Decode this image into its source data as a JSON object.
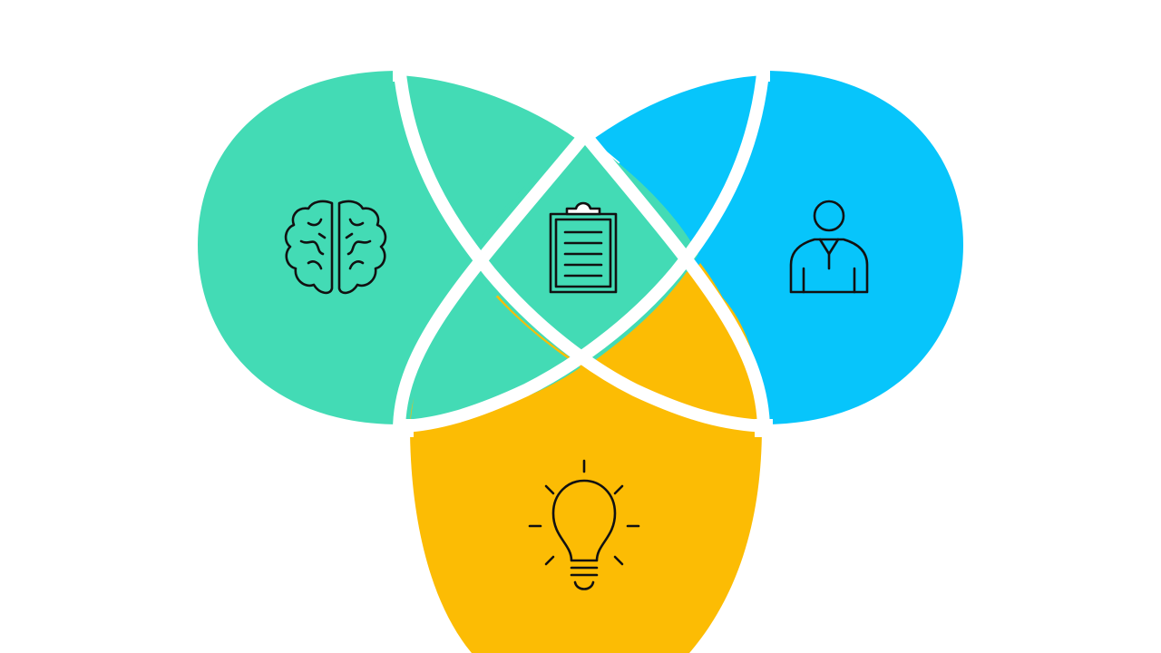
{
  "diagram": {
    "type": "three-set venn",
    "colors": {
      "green": "#43dbb5",
      "blue": "#07c5fb",
      "yellow": "#fcbc04",
      "separator": "#ffffff",
      "icon_stroke": "#111111"
    },
    "sets": [
      {
        "id": "left",
        "color": "green",
        "icon": "brain-icon"
      },
      {
        "id": "right",
        "color": "blue",
        "icon": "person-icon"
      },
      {
        "id": "bottom",
        "color": "yellow",
        "icon": "lightbulb-icon"
      }
    ],
    "center_icon": "clipboard-icon"
  }
}
